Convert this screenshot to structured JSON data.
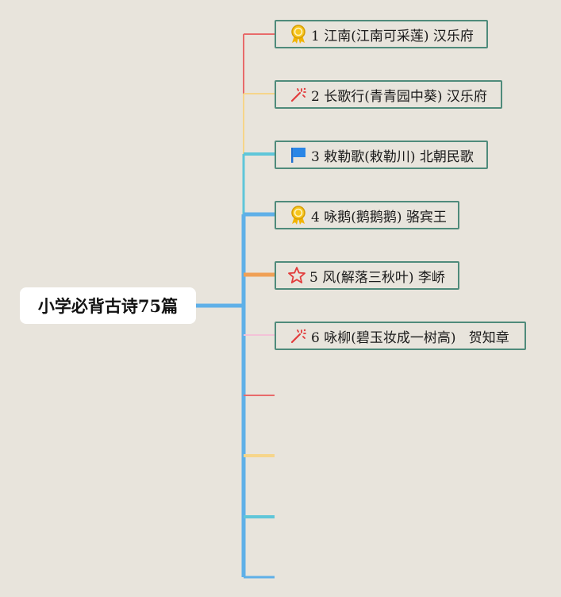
{
  "root": {
    "label": "小学必背古诗75篇"
  },
  "colors": {
    "trunk": "#5fb0e8",
    "node_border": "#4f8b7b",
    "background": "#e8e4dc"
  },
  "nodes": [
    {
      "label": "1 江南(江南可采莲) 汉乐府",
      "icon": "award-ribbon-icon",
      "branch_color": "#e86a6a"
    },
    {
      "label": "2 长歌行(青青园中葵) 汉乐府",
      "icon": "fireworks-icon",
      "branch_color": "#f6d58a"
    },
    {
      "label": "3 敕勒歌(敕勒川) 北朝民歌",
      "icon": "blue-flag-icon",
      "branch_color": "#5fc6d9"
    },
    {
      "label": "4 咏鹅(鹅鹅鹅) 骆宾王",
      "icon": "award-ribbon-icon",
      "branch_color": "#5fb0e8"
    },
    {
      "label": "5 风(解落三秋叶) 李峤",
      "icon": "star-outline-icon",
      "branch_color": "#f0a055"
    },
    {
      "label": "6 咏柳(碧玉妆成一树高)   贺知章",
      "icon": "fireworks-icon",
      "branch_color": "#f3c2d8"
    }
  ],
  "empty_branches": [
    {
      "branch_color": "#e86a6a"
    },
    {
      "branch_color": "#f6d58a"
    },
    {
      "branch_color": "#5fc6d9"
    },
    {
      "branch_color": "#5fb0e8"
    }
  ]
}
